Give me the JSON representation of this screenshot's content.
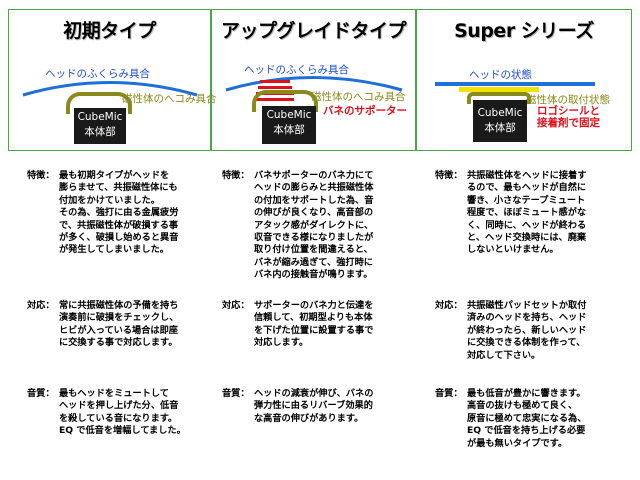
{
  "panels": [
    {
      "title": "初期タイプ",
      "head_label": "ヘッドのふくらみ具合",
      "magnet_label": "磁性体のへコみ具合",
      "box_line1": "CubeMic",
      "box_line2": "本体部"
    },
    {
      "title": "アップグレイドタイプ",
      "head_label": "ヘッドのふくらみ具合",
      "magnet_label": "磁性体のへコみ具合",
      "spring_label": "バネのサポーター",
      "box_line1": "CubeMic",
      "box_line2": "本体部"
    },
    {
      "title": "Super シリーズ",
      "head_label": "ヘッドの状態",
      "magnet_label": "磁性体の取付状態",
      "tape_label_line1": "ロゴシールと",
      "tape_label_line2": "接着剤で固定",
      "box_line1": "CubeMic",
      "box_line2": "本体部"
    }
  ],
  "columns": [
    {
      "feature_label": "特徴：",
      "feature_text": "最も初期タイプがヘッドを\n膨らませて、共振磁性体にも\n付加をかけていました。\nその為、強打に由る金属疲労\nで、共振磁性体が破損する事\nが多く、破損し始めると異音\nが発生してしまいました。",
      "response_label": "対応：",
      "response_text": "常に共振磁性体の予備を持ち\n演奏前に破損をチェックし、\nヒビが入っている場合は即座\nに交換する事で対応します。",
      "sound_label": "音質：",
      "sound_text": "最もヘッドをミュートして\nヘッドを押し上げた分、低音\nを殺している音になります。\nEQ で低音を増幅してました。"
    },
    {
      "feature_label": "特徴：",
      "feature_text": "バネサポーターのバネ力にて\nヘッドの膨らみと共振磁性体\nの付加をサポートした為、音\nの伸びが良くなり、高音部の\nアタック感がダイレクトに、\n収音できる様になりましたが\n取り付け位置を間違えると、\nバネが縮み過ぎて、強打時に\nバネ内の接触音が鳴ります。",
      "response_label": "対応：",
      "response_text": "サポーターのバネ力と伝達を\n信頼して、初期型よりも本体\nを下げた位置に設置する事で\n対応します。",
      "sound_label": "音質：",
      "sound_text": "ヘッドの減衰が伸び、バネの\n弾力性に由るリバーブ効果的\nな高音の伸びがあります。"
    },
    {
      "feature_label": "特徴：",
      "feature_text": "共振磁性体をヘッドに接着す\nるので、最もヘッドが自然に\n響き、小さなテープミュート\n程度で、ほぼミュート感がな\nく、同時に、ヘッドが終わる\nと、ヘッド交換時には、廃棄\nしないといけません。",
      "response_label": "対応：",
      "response_text": "共振磁性パッドセットか取付\n済みのヘッドを持ち、ヘッド\nが終わったら、新しいヘッド\nに交換できる体制を作って、\n対応して下さい。",
      "sound_label": "音質：",
      "sound_text": "最も低音が豊かに響きます。\n高音の抜けも極めて良く、\n原音に極めて忠実になる為、\nEQ で低音を持ち上げる必要\nが最も無いタイプです。"
    }
  ],
  "colors": {
    "frame": "#4aa64a",
    "head_line": "#1f6fd8",
    "magnet": "#8a8a1a",
    "spring": "#e0101a",
    "tape": "#f2e200",
    "body_box": "#1a1a1a"
  }
}
